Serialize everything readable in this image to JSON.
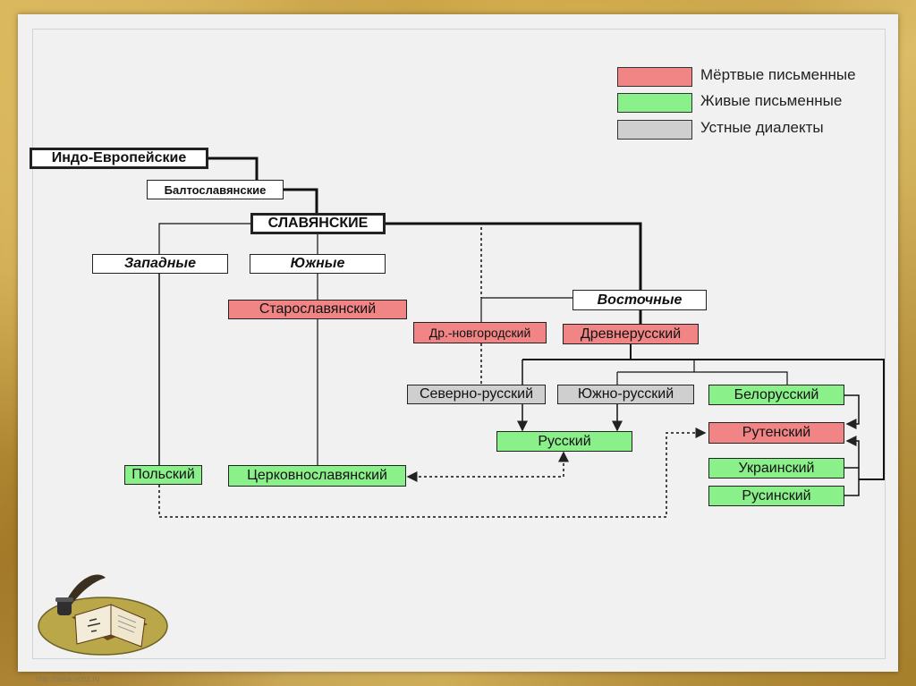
{
  "legend": {
    "dead": {
      "label": "Мёртвые письменные",
      "color": "#f18585"
    },
    "living": {
      "label": "Живые письменные",
      "color": "#8af08a"
    },
    "oral": {
      "label": "Устные диалекты",
      "color": "#cfcfcf"
    }
  },
  "nodes": {
    "indo_european": "Индо-Европейские",
    "balto_slavic": "Балтославянские",
    "slavic": "СЛАВЯНСКИЕ",
    "western": "Западные",
    "southern": "Южные",
    "eastern": "Восточные",
    "old_slavonic": "Старославянский",
    "old_novgorod": "Др.-новгородский",
    "old_russian": "Древнерусский",
    "north_russian": "Северно-русский",
    "south_russian": "Южно-русский",
    "belarusian": "Белорусский",
    "russian": "Русский",
    "ruthenian": "Рутенский",
    "ukrainian": "Украинский",
    "rusyn": "Русинский",
    "polish": "Польский",
    "church_slavonic": "Церковнославянский"
  },
  "footer": "http://aida.ucoz.ru"
}
